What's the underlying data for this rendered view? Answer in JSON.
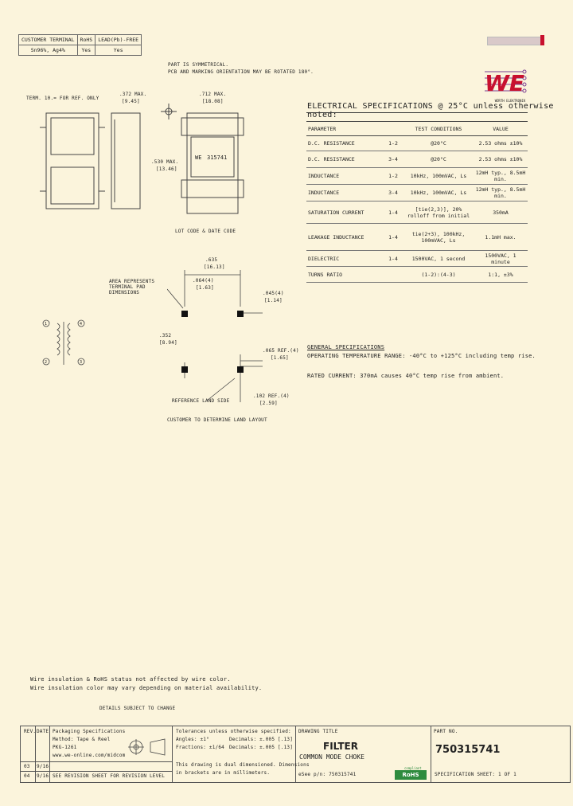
{
  "terminal_table": {
    "headers": [
      "CUSTOMER TERMINAL",
      "RoHS",
      "LEAD(Pb)-FREE"
    ],
    "row": [
      "Sn96%, Ag4%",
      "Yes",
      "Yes"
    ]
  },
  "drawing_notes": {
    "symmetry": "PART IS SYMMETRICAL.",
    "orientation": "PCB AND MARKING ORIENTATION MAY BE ROTATED 180°.",
    "term_ref": "TERM. 10.= FOR REF. ONLY",
    "dim1_in": ".372 MAX.",
    "dim1_mm": "[9.45]",
    "dim2_in": ".712 MAX.",
    "dim2_mm": "[18.08]",
    "dim3_in": ".530 MAX.",
    "dim3_mm": "[13.46]",
    "part_marking": "315741",
    "part_logo": "WE",
    "lot_code": "LOT CODE & DATE CODE",
    "land_width_in": ".635",
    "land_width_mm": "[16.13]",
    "area_note": "AREA REPRESENTS TERMINAL PAD DIMENSIONS",
    "pad_w_in": ".064(4)",
    "pad_w_mm": "[1.63]",
    "pad_h_in": ".045(4)",
    "pad_h_mm": "[1.14]",
    "land_height_in": ".352",
    "land_height_mm": "[8.94]",
    "pad_h2_in": ".065 REF.(4)",
    "pad_h2_mm": "[1.65]",
    "ref_land": "REFERENCE LAND SIDE",
    "pitch_in": ".102 REF.(4)",
    "pitch_mm": "[2.59]",
    "customer_land": "CUSTOMER TO DETERMINE LAND LAYOUT",
    "pin1": "1",
    "pin2": "2",
    "pin3": "3",
    "pin4": "4"
  },
  "brand": {
    "logo_text": "WE",
    "name": "WÜRTH ELEKTRONIK"
  },
  "electrical": {
    "title": "ELECTRICAL SPECIFICATIONS @ 25°C unless otherwise noted:",
    "headers": [
      "PARAMETER",
      "TEST CONDITIONS",
      "VALUE"
    ],
    "rows": [
      {
        "param": "D.C. RESISTANCE",
        "pins": "1-2",
        "cond": "@20°C",
        "value": "2.53 ohms ±10%"
      },
      {
        "param": "D.C. RESISTANCE",
        "pins": "3-4",
        "cond": "@20°C",
        "value": "2.53 ohms ±10%"
      },
      {
        "param": "INDUCTANCE",
        "pins": "1-2",
        "cond": "10kHz, 100mVAC, Ls",
        "value": "12mH typ., 8.5mH min."
      },
      {
        "param": "INDUCTANCE",
        "pins": "3-4",
        "cond": "10kHz, 100mVAC, Ls",
        "value": "12mH typ., 8.5mH min."
      },
      {
        "param": "SATURATION CURRENT",
        "pins": "1-4",
        "cond": "[tie(2,3)], 20% rolloff from initial",
        "value": "350mA"
      },
      {
        "param": "LEAKAGE INDUCTANCE",
        "pins": "1-4",
        "cond": "tie(2+3), 100kHz, 100mVAC, Ls",
        "value": "1.1mH max."
      },
      {
        "param": "DIELECTRIC",
        "pins": "1-4",
        "cond": "1500VAC, 1 second",
        "value": "1500VAC, 1 minute"
      },
      {
        "param": "TURNS RATIO",
        "pins": "",
        "cond": "(1-2):(4-3)",
        "value": "1:1, ±3%"
      }
    ]
  },
  "general": {
    "title": "GENERAL SPECIFICATIONS",
    "op_temp": "OPERATING TEMPERATURE RANGE: -40°C to +125°C including temp rise.",
    "rated_current": "RATED CURRENT: 370mA causes 40°C temp rise from ambient."
  },
  "notes": {
    "line1": "Wire insulation & RoHS status not affected by wire color.",
    "line2": "Wire insulation color may vary depending on material availability.",
    "subject": "DETAILS SUBJECT TO CHANGE"
  },
  "title_block": {
    "rev_label": "REV.",
    "date_label": "DATE",
    "packaging_title": "Packaging Specifications",
    "packaging_method": "Method: Tape & Reel",
    "packaging_pkg": "PKG-1261",
    "url": "www.we-online.com/midcom",
    "rev1": "03",
    "rev1_date": "9/16",
    "rev2": "04",
    "rev2_date": "9/16",
    "see_rev": "SEE REVISION SHEET FOR REVISION LEVEL",
    "tol_title": "Tolerances unless otherwise specified:",
    "angles": "Angles: ±1°",
    "fractions": "Fractions: ±1/64",
    "decimals1": "Decimals: ±.005 [.13]",
    "decimals2": "Decimals: ±.005 [.13]",
    "dual_dim": "This drawing is dual dimensioned. Dimensions",
    "in_brackets": "in brackets are in millimeters.",
    "drawing_title_label": "DRAWING TITLE",
    "title1": "FILTER",
    "title2": "COMMON MODE CHOKE",
    "alt_pn": "eSee p/n: 750315741",
    "part_no_label": "PART NO.",
    "part_no": "750315741",
    "rohs": "RoHS",
    "rohs_small": "compliant",
    "spec_sheet": "SPECIFICATION SHEET: 1 OF 1"
  }
}
